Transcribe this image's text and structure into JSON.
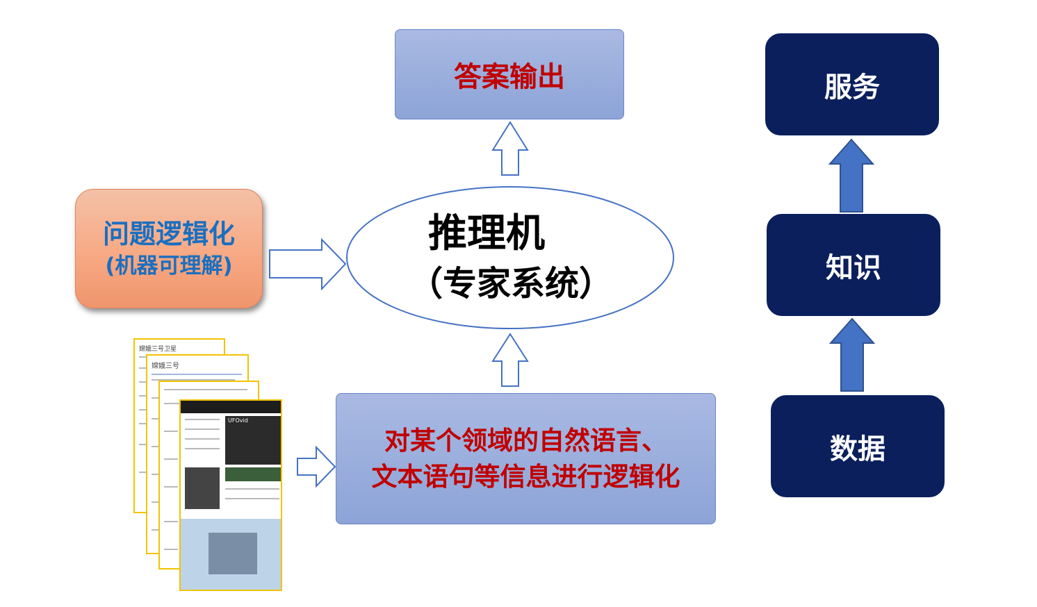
{
  "output_box": {
    "label": "答案输出"
  },
  "question_box": {
    "line1": "问题逻辑化",
    "line2": "(机器可理解)"
  },
  "engine": {
    "line1": "推理机",
    "line2": "（专家系统）"
  },
  "logic_box": {
    "line1": "对某个领域的自然语言、",
    "line2": "文本语句等信息进行逻辑化"
  },
  "stack": {
    "service": "服务",
    "knowledge": "知识",
    "data": "数据"
  },
  "documents": {
    "page1_title": "嫦娥三号卫星",
    "page2_title": "嫦娥三号",
    "page4_label": "UFOvid"
  },
  "colors": {
    "red_text": "#c00000",
    "blue_text": "#1a6fc0",
    "dark_box": "#0a1f5c",
    "arrow_blue": "#4472c4",
    "doc_border": "#f2c300"
  }
}
